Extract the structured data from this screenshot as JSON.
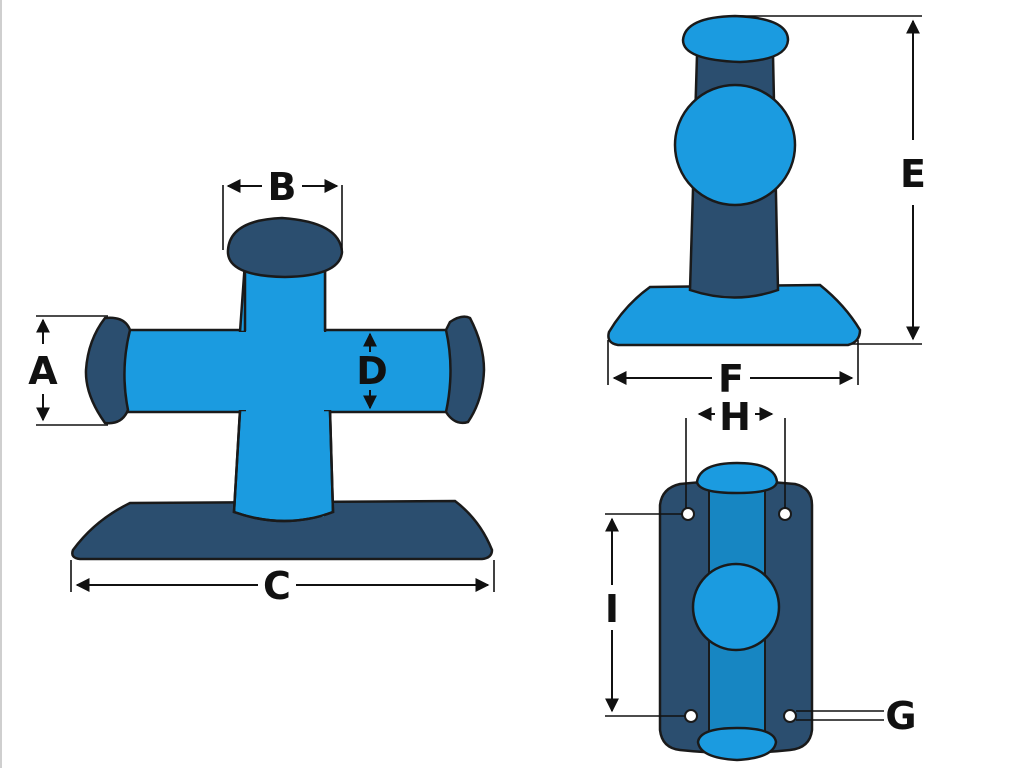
{
  "labels": {
    "a": "A",
    "b": "B",
    "c": "C",
    "d": "D",
    "e": "E",
    "f": "F",
    "g": "G",
    "h": "H",
    "i": "I"
  },
  "colors": {
    "light_blue": "#1b9be0",
    "dark_blue": "#2b4e6f",
    "mid_blue": "#1786c2",
    "line": "#111111"
  }
}
